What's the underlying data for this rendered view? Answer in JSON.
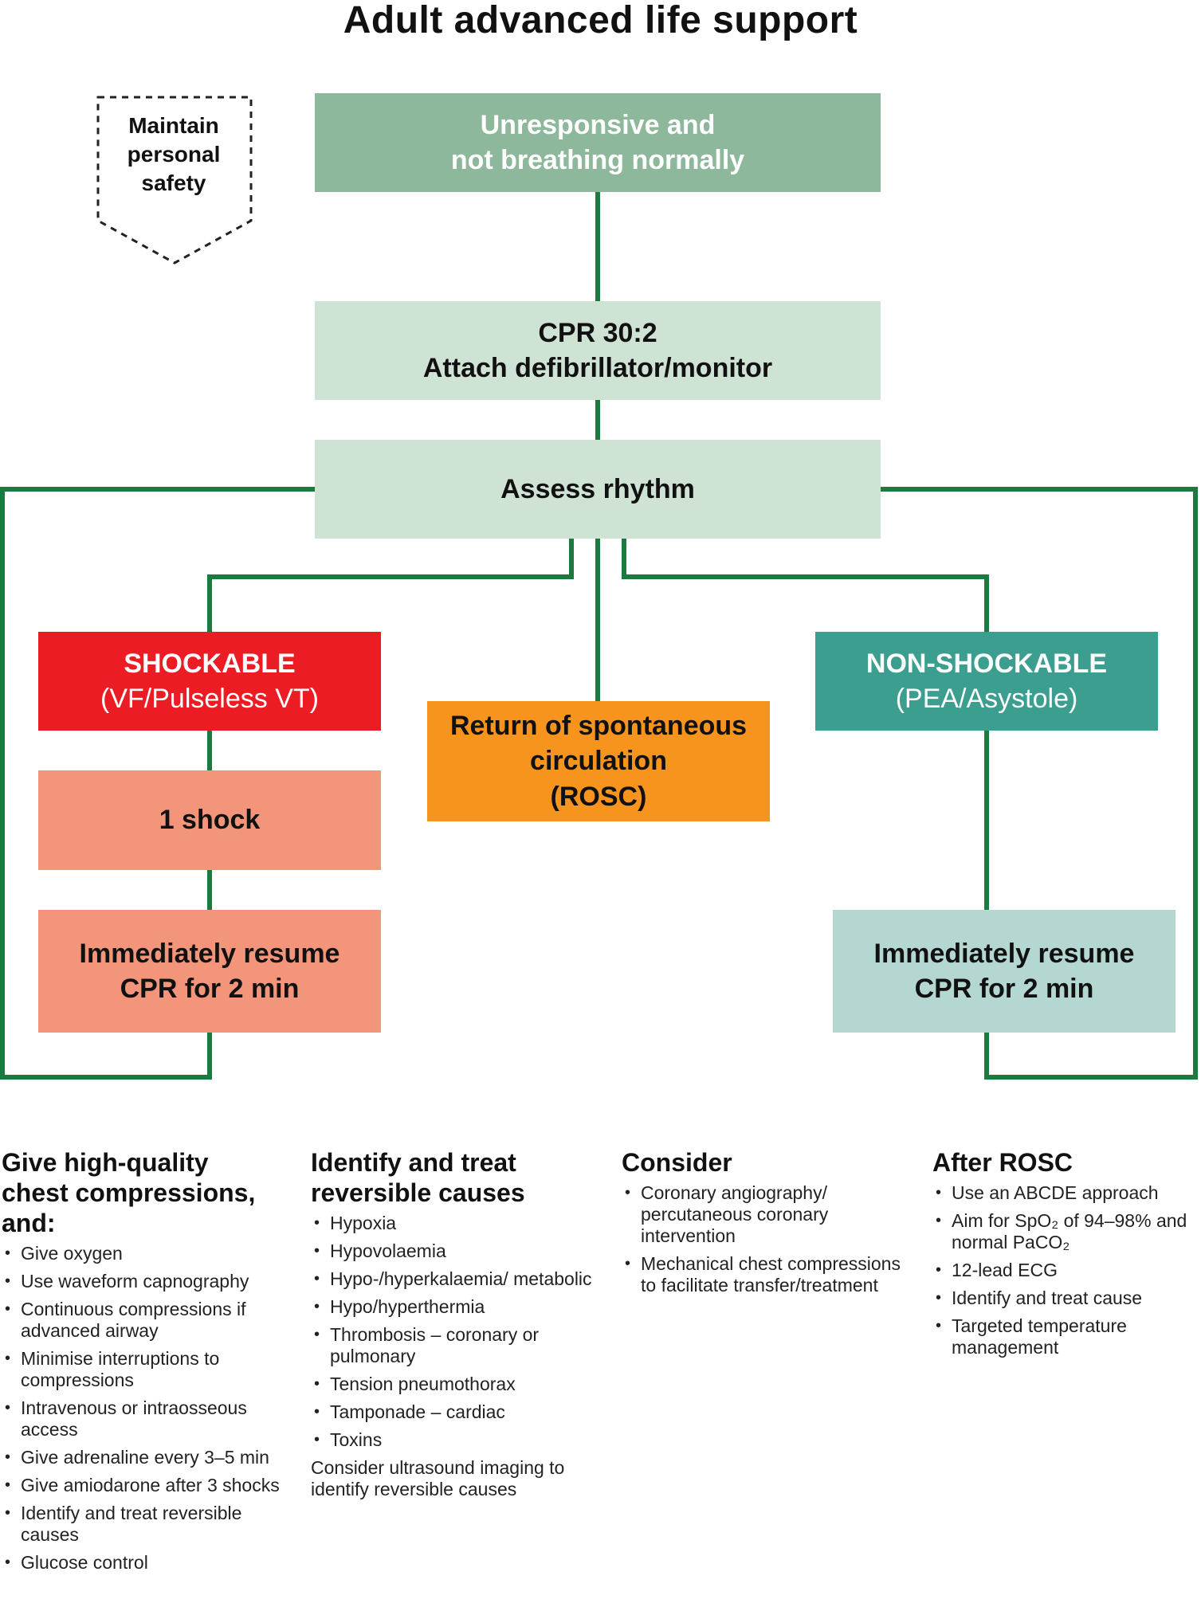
{
  "title": "Adult advanced life support",
  "safety": {
    "lines": [
      "Maintain",
      "personal",
      "safety"
    ]
  },
  "boxes": {
    "unresponsive": {
      "line1": "Unresponsive and",
      "line2": "not breathing normally"
    },
    "cpr": {
      "line1": "CPR 30:2",
      "line2": "Attach defibrillator/monitor"
    },
    "assess": {
      "label": "Assess rhythm"
    },
    "shockable": {
      "main": "SHOCKABLE",
      "sub": "(VF/Pulseless VT)"
    },
    "one_shock": {
      "label": "1 shock"
    },
    "resume_left": {
      "line1": "Immediately resume",
      "line2": "CPR for 2 min"
    },
    "rosc": {
      "line1": "Return of spontaneous",
      "line2": "circulation",
      "line3": "(ROSC)"
    },
    "non_shockable": {
      "main": "NON-SHOCKABLE",
      "sub": "(PEA/Asystole)"
    },
    "resume_right": {
      "line1": "Immediately resume",
      "line2": "CPR for 2 min"
    }
  },
  "columns": {
    "compressions": {
      "heading": [
        "Give high-quality",
        "chest compressions,",
        "and:"
      ],
      "items": [
        "Give oxygen",
        "Use waveform capnography",
        "Continuous compressions if advanced airway",
        "Minimise interruptions to compressions",
        "Intravenous or intraosseous access",
        "Give adrenaline every 3–5 min",
        "Give amiodarone after 3 shocks",
        "Identify and treat reversible causes",
        "Glucose control"
      ]
    },
    "reversible": {
      "heading": [
        "Identify and treat",
        "reversible causes"
      ],
      "items": [
        "Hypoxia",
        "Hypovolaemia",
        "Hypo-/hyperkalaemia/ metabolic",
        "Hypo/hyperthermia",
        "Thrombosis – coronary or pulmonary",
        "Tension pneumothorax",
        "Tamponade – cardiac",
        "Toxins"
      ],
      "note": "Consider ultrasound imaging to identify reversible causes"
    },
    "consider": {
      "heading": [
        "Consider"
      ],
      "items": [
        "Coronary angiography/ percutaneous coronary intervention",
        "Mechanical chest compressions to facilitate transfer/treatment"
      ]
    },
    "after_rosc": {
      "heading": [
        "After ROSC"
      ],
      "items": [
        "Use an ABCDE approach",
        "Aim for SpO₂ of 94–98% and normal PaCO₂",
        "12-lead ECG",
        "Identify and treat cause",
        "Targeted temperature management"
      ]
    }
  },
  "colors": {
    "connector": "#1a7a3f",
    "unresponsive": "#8db89b",
    "light_green": "#cfe3d5",
    "shockable": "#ec1c24",
    "shock_salmon": "#f2957a",
    "rosc": "#f7941d",
    "non_shockable": "#3c9e8e",
    "resume_teal": "#b5d7d2"
  }
}
